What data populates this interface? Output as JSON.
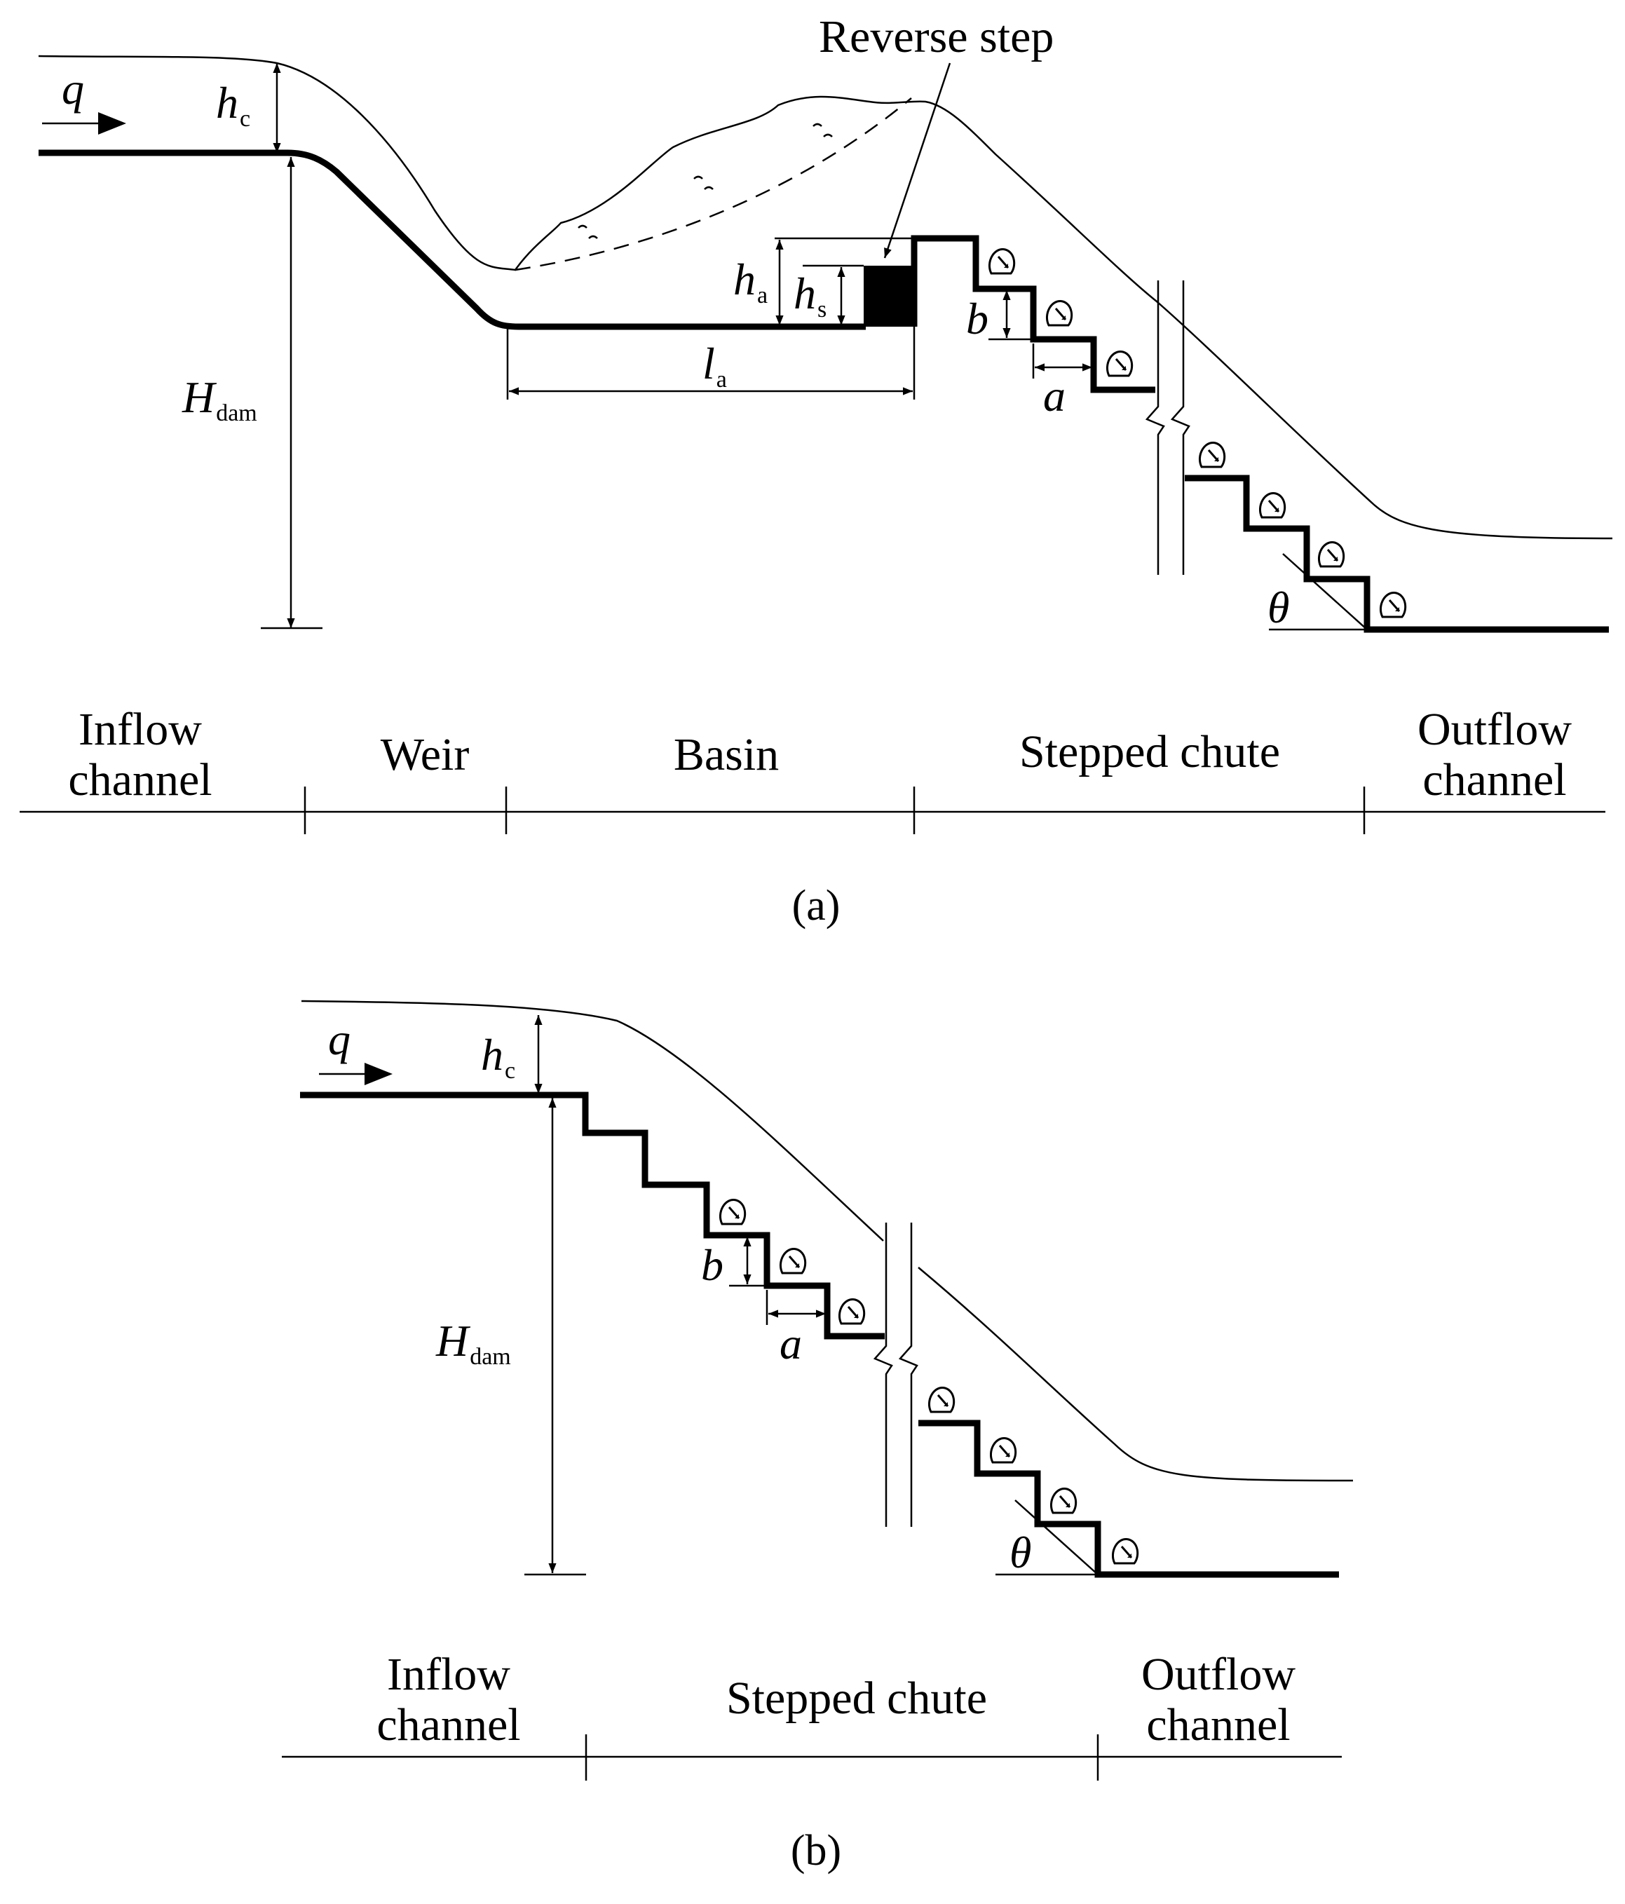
{
  "panel_a": {
    "annotation": "Reverse step",
    "symbols": {
      "q": "q",
      "hc": "h",
      "hc_sub": "c",
      "hdam": "H",
      "hdam_sub": "dam",
      "ha": "h",
      "ha_sub": "a",
      "hs": "h",
      "hs_sub": "s",
      "la": "l",
      "la_sub": "a",
      "b": "b",
      "a": "a",
      "theta": "θ"
    },
    "regions": {
      "inflow_1": "Inflow",
      "inflow_2": "channel",
      "weir": "Weir",
      "basin": "Basin",
      "chute": "Stepped chute",
      "outflow_1": "Outflow",
      "outflow_2": "channel"
    },
    "caption": "(a)"
  },
  "panel_b": {
    "symbols": {
      "q": "q",
      "hc": "h",
      "hc_sub": "c",
      "hdam": "H",
      "hdam_sub": "dam",
      "b": "b",
      "a": "a",
      "theta": "θ"
    },
    "regions": {
      "inflow_1": "Inflow",
      "inflow_2": "channel",
      "chute": "Stepped chute",
      "outflow_1": "Outflow",
      "outflow_2": "channel"
    },
    "caption": "(b)"
  }
}
